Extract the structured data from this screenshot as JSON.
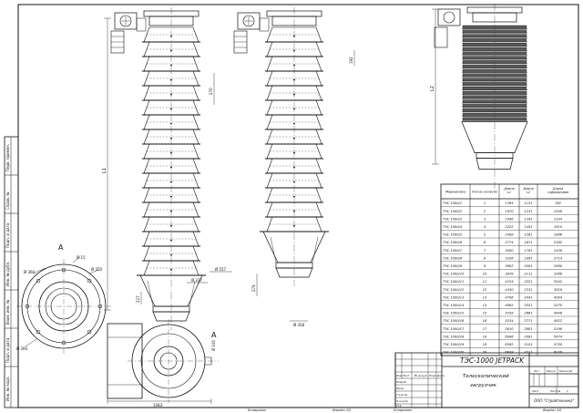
{
  "drawing": {
    "dims": {
      "d360": "Ø 360",
      "d15": "Ø 15",
      "d350": "Ø 350",
      "d300": "Ø 300",
      "d557": "Ø 557",
      "d337": "Ø 337",
      "d358": "Ø 358",
      "d100": "Ø 100",
      "d270": "270",
      "d227": "227",
      "d274": "274",
      "d192": "192",
      "d1083": "1083",
      "L1": "L1",
      "L2": "L2"
    },
    "view_label_a1": "A",
    "view_label_a2": "A"
  },
  "spec_table": {
    "headers": [
      "Маркировка",
      "Кол-во конусов",
      "Длина L1",
      "Длина L2",
      "Длина гофрорукава"
    ],
    "rows": [
      [
        "ТЭС 1000/1",
        "1",
        "1394",
        "1121",
        "782"
      ],
      [
        "ТЭС 1000/2",
        "2",
        "1670",
        "1231",
        "1058"
      ],
      [
        "ТЭС 1000/3",
        "3",
        "1946",
        "1341",
        "1334"
      ],
      [
        "ТЭС 1000/4",
        "4",
        "2222",
        "1451",
        "1610"
      ],
      [
        "ТЭС 1000/5",
        "5",
        "2498",
        "1561",
        "1886"
      ],
      [
        "ТЭС 1000/6",
        "6",
        "2774",
        "1671",
        "2162"
      ],
      [
        "ТЭС 1000/7",
        "7",
        "3050",
        "1781",
        "2438"
      ],
      [
        "ТЭС 1000/8",
        "8",
        "3326",
        "1891",
        "2714"
      ],
      [
        "ТЭС 1000/9",
        "9",
        "3602",
        "2001",
        "2990"
      ],
      [
        "ТЭС 1000/10",
        "10",
        "3878",
        "2111",
        "3266"
      ],
      [
        "ТЭС 1000/11",
        "11",
        "4154",
        "2221",
        "3542"
      ],
      [
        "ТЭС 1000/12",
        "12",
        "4430",
        "2331",
        "3818"
      ],
      [
        "ТЭС 1000/13",
        "13",
        "4706",
        "2441",
        "4094"
      ],
      [
        "ТЭС 1000/14",
        "14",
        "4982",
        "2551",
        "4370"
      ],
      [
        "ТЭС 1000/15",
        "15",
        "5258",
        "2661",
        "4646"
      ],
      [
        "ТЭС 1000/16",
        "16",
        "5534",
        "2771",
        "4922"
      ],
      [
        "ТЭС 1000/17",
        "17",
        "5810",
        "2881",
        "5198"
      ],
      [
        "ТЭС 1000/18",
        "18",
        "6086",
        "2991",
        "5474"
      ],
      [
        "ТЭС 1000/19",
        "19",
        "6362",
        "3101",
        "5750"
      ],
      [
        "ТЭС 1000/20",
        "20",
        "6638",
        "3211",
        "6026"
      ]
    ]
  },
  "title_block": {
    "product_code": "ТЭС-1000 JETPACK",
    "product_name_1": "Телескопический",
    "product_name_2": "загрузчик",
    "company": "ООО \"Стройтехника\"",
    "col_izm": "Изм",
    "col_list": "Лист",
    "col_doc": "№ докум.",
    "col_sign": "Подп.",
    "col_date": "Дата",
    "row_razrab": "Разраб.",
    "row_prov": "Пров.",
    "row_tkontr": "Т.контр.",
    "row_nkontr": "Н.контр.",
    "row_utv": "Утв.",
    "lit": "Лит",
    "massa": "Масса",
    "masshtab": "Масштаб",
    "sheet": "Лист",
    "sheets": "Листов",
    "sheets_count": "1"
  },
  "bottom_labels": {
    "kopiroval_1": "Копировал",
    "format_1": "Формат А3",
    "kopiroval_2": "Копировал",
    "format_2": "Формат А3"
  },
  "side_stamp": [
    "Перв. примен.",
    "Справ. №",
    "Подп. и дата",
    "Инв. № дубл.",
    "Взам. инв. №",
    "Подп. и дата",
    "Инв. № подл."
  ]
}
